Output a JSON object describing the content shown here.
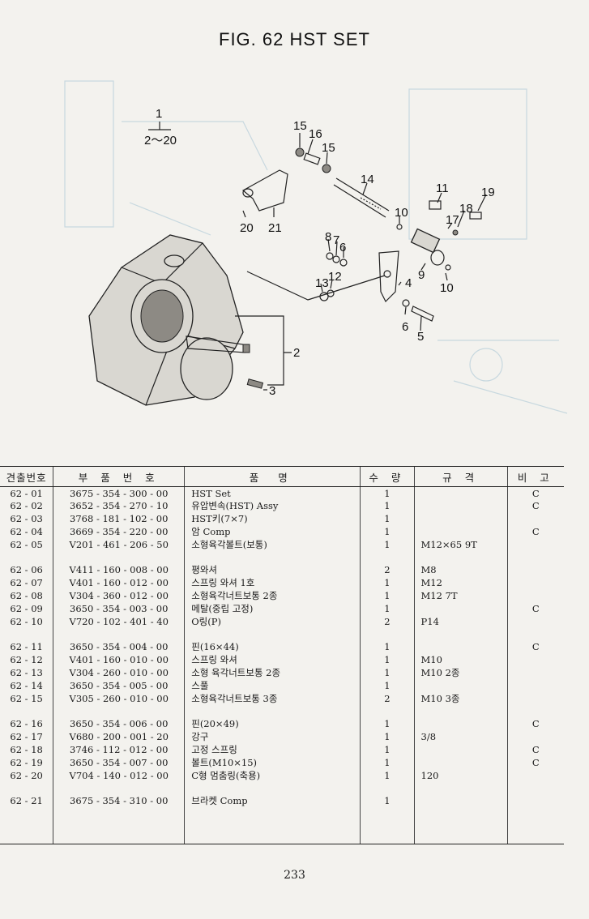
{
  "title": "FIG. 62 HST SET",
  "page_number": "233",
  "callouts": {
    "c1": "1",
    "c1_range": "2～20",
    "c15a": "15",
    "c16": "16",
    "c15b": "15",
    "c14": "14",
    "c11": "11",
    "c19": "19",
    "c18": "18",
    "c17": "17",
    "c10a": "10",
    "c10b": "10",
    "c9": "9",
    "c20": "20",
    "c21": "21",
    "c8": "8",
    "c7": "7",
    "c6a": "6",
    "c6b": "6",
    "c12": "12",
    "c13": "13",
    "c4": "4",
    "c5": "5",
    "c2": "2",
    "c3": "3"
  },
  "table": {
    "headers": [
      "견출번호",
      "부 품 번 호",
      "품 명",
      "수 량",
      "규 격",
      "비 고"
    ],
    "rows": [
      [
        "62 - 01",
        "3675 - 354 - 300 - 00",
        "HST Set",
        "1",
        "",
        "C"
      ],
      [
        "62 - 02",
        "3652 - 354 - 270 - 10",
        "유압변속(HST) Assy",
        "1",
        "",
        "C"
      ],
      [
        "62 - 03",
        "3768 - 181 - 102 - 00",
        "HST키(7×7)",
        "1",
        "",
        ""
      ],
      [
        "62 - 04",
        "3669 - 354 - 220 - 00",
        "암 Comp",
        "1",
        "",
        "C"
      ],
      [
        "62 - 05",
        "V201 - 461 - 206 - 50",
        "소형육각볼트(보통)",
        "1",
        "M12×65 9T",
        ""
      ],
      [
        "62 - 06",
        "V411 - 160 - 008 - 00",
        "평와셔",
        "2",
        "M8",
        ""
      ],
      [
        "62 - 07",
        "V401 - 160 - 012 - 00",
        "스프링 와셔 1호",
        "1",
        "M12",
        ""
      ],
      [
        "62 - 08",
        "V304 - 360 - 012 - 00",
        "소형육각너트보통 2종",
        "1",
        "M12 7T",
        ""
      ],
      [
        "62 - 09",
        "3650 - 354 - 003 - 00",
        "메탈(중립 고정)",
        "1",
        "",
        "C"
      ],
      [
        "62 - 10",
        "V720 - 102 - 401 - 40",
        "O링(P)",
        "2",
        "P14",
        ""
      ],
      [
        "62 - 11",
        "3650 - 354 - 004 - 00",
        "핀(16×44)",
        "1",
        "",
        "C"
      ],
      [
        "62 - 12",
        "V401 - 160 - 010 - 00",
        "스프링 와셔",
        "1",
        "M10",
        ""
      ],
      [
        "62 - 13",
        "V304 - 260 - 010 - 00",
        "소형 육각너트보통 2종",
        "1",
        "M10 2종",
        ""
      ],
      [
        "62 - 14",
        "3650 - 354 - 005 - 00",
        "스풀",
        "1",
        "",
        ""
      ],
      [
        "62 - 15",
        "V305 - 260 - 010 - 00",
        "소형육각너트보통 3종",
        "2",
        "M10 3종",
        ""
      ],
      [
        "62 - 16",
        "3650 - 354 - 006 - 00",
        "핀(20×49)",
        "1",
        "",
        "C"
      ],
      [
        "62 - 17",
        "V680 - 200 - 001 - 20",
        "강구",
        "1",
        "3/8",
        ""
      ],
      [
        "62 - 18",
        "3746 - 112 - 012 - 00",
        "고정 스프링",
        "1",
        "",
        "C"
      ],
      [
        "62 - 19",
        "3650 - 354 - 007 - 00",
        "볼트(M10×15)",
        "1",
        "",
        "C"
      ],
      [
        "62 - 20",
        "V704 - 140 - 012 - 00",
        "C형 멈춤링(축용)",
        "1",
        "120",
        ""
      ],
      [
        "62 - 21",
        "3675 - 354 - 310 - 00",
        "브라켓 Comp",
        "1",
        "",
        ""
      ]
    ]
  }
}
